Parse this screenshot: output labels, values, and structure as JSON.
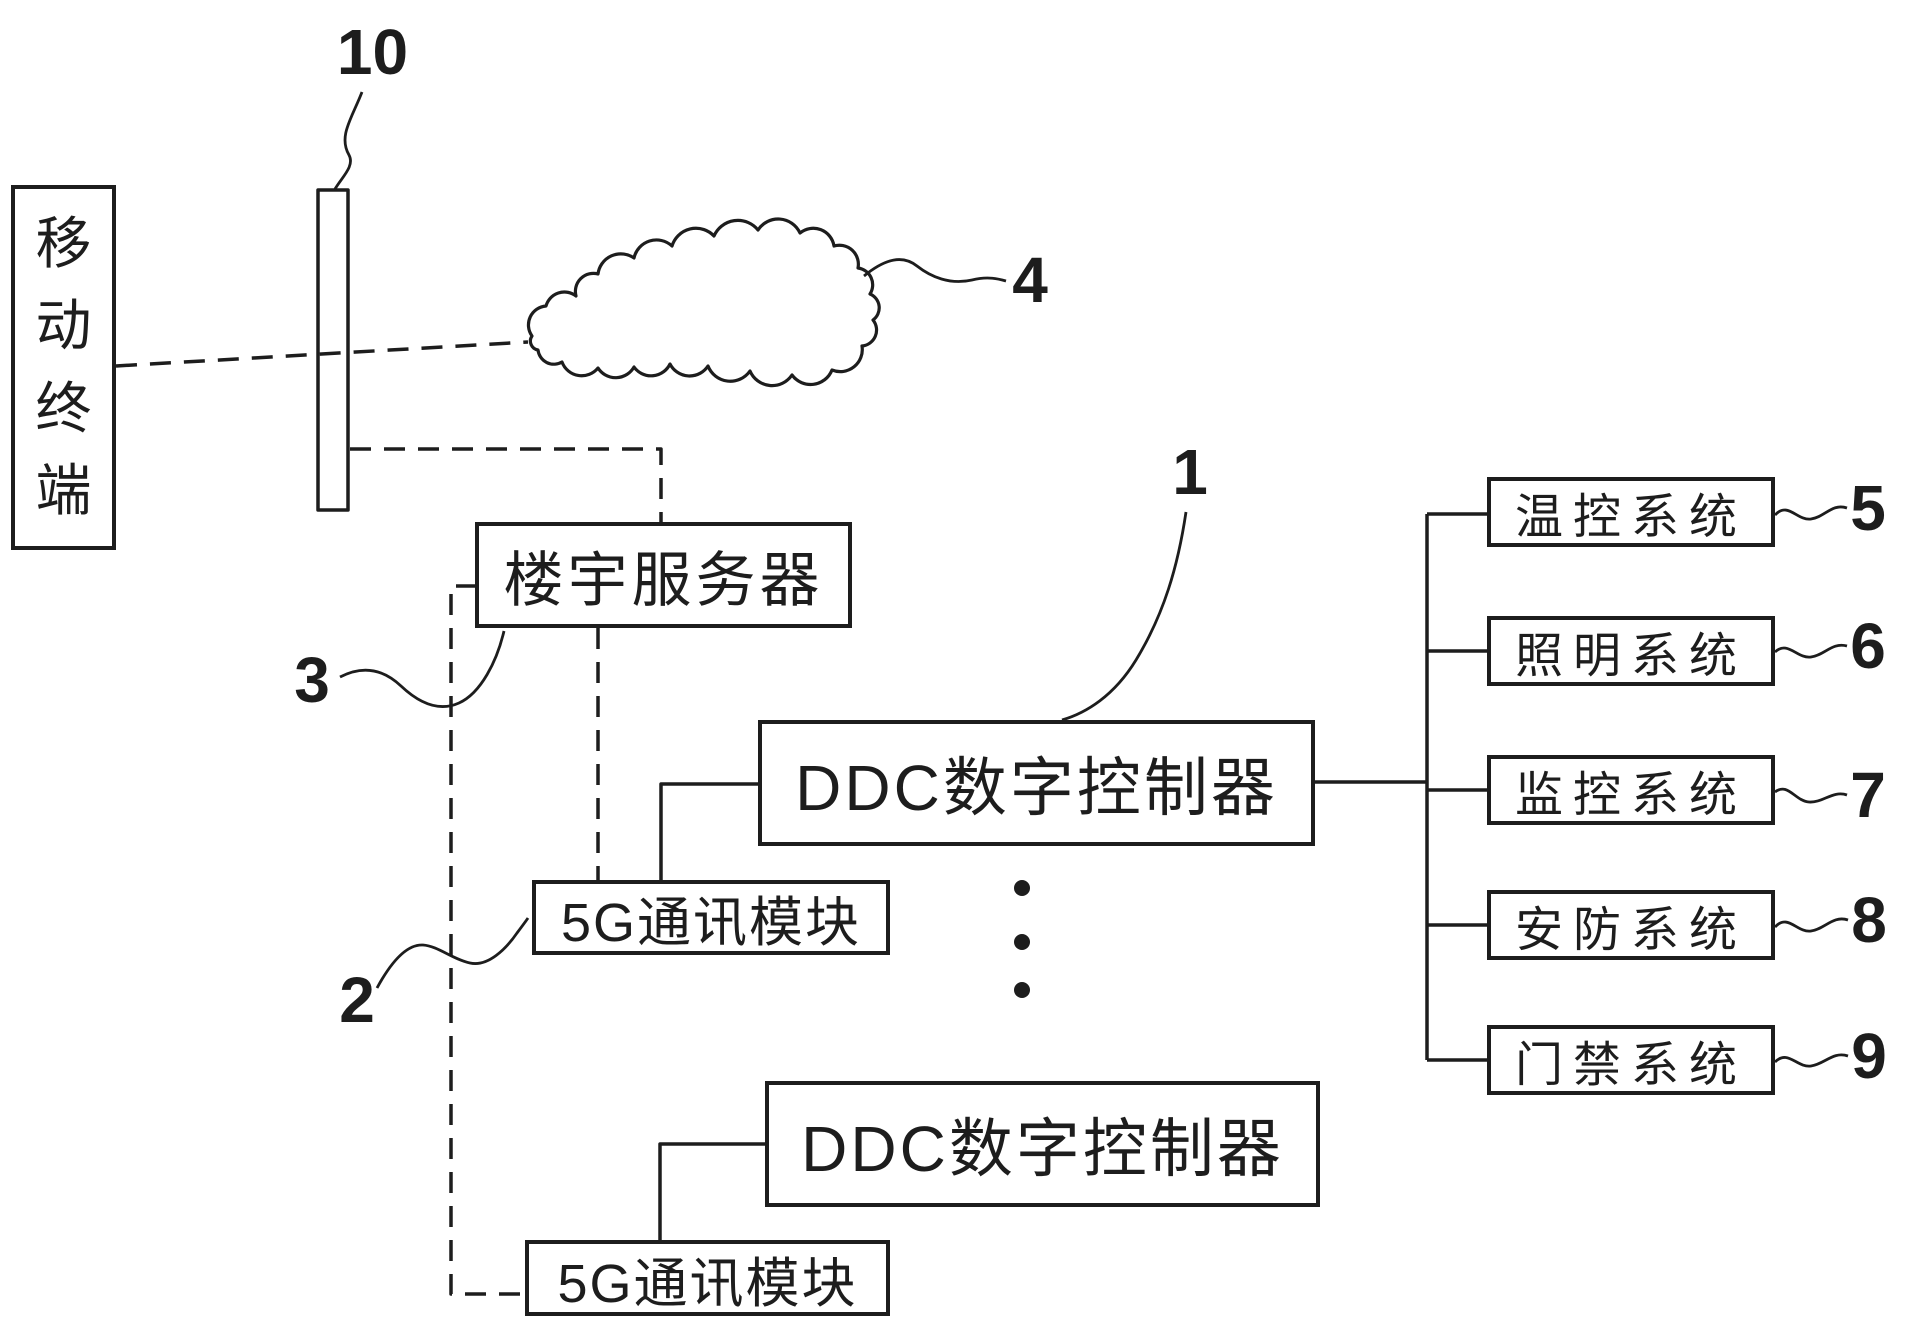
{
  "figure": {
    "background": "#ffffff",
    "ink": "#1d1d1d",
    "nodes": {
      "mobile_terminal": {
        "label": "移动终端",
        "chars": [
          "移",
          "动",
          "终",
          "端"
        ]
      },
      "base_station_antenna": {
        "ref": "10"
      },
      "cloud": {
        "ref": "4"
      },
      "building_server": {
        "label": "楼宇服务器",
        "ref": "3"
      },
      "ddc_top": {
        "label": "DDC数字控制器",
        "ref": "1"
      },
      "g5_top": {
        "label": "5G通讯模块",
        "ref": "2"
      },
      "ddc_bottom": {
        "label": "DDC数字控制器"
      },
      "g5_bottom": {
        "label": "5G通讯模块"
      },
      "systems": [
        {
          "label": "温控系统",
          "ref": "5"
        },
        {
          "label": "照明系统",
          "ref": "6"
        },
        {
          "label": "监控系统",
          "ref": "7"
        },
        {
          "label": "安防系统",
          "ref": "8"
        },
        {
          "label": "门禁系统",
          "ref": "9"
        }
      ]
    }
  }
}
